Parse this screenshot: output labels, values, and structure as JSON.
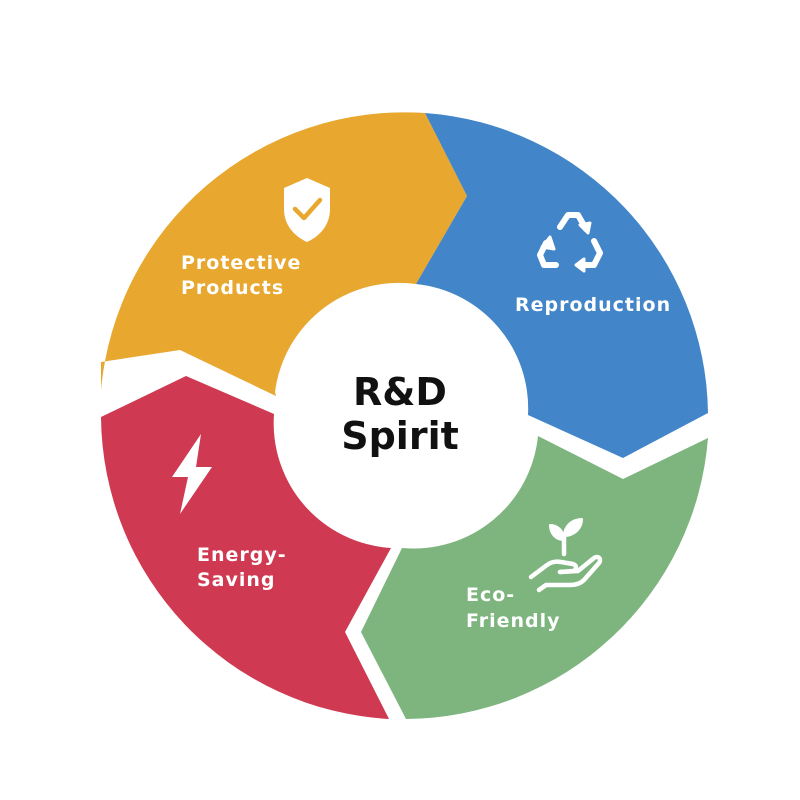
{
  "center": {
    "title_line1": "R&D",
    "title_line2": "Spirit"
  },
  "segments": [
    {
      "id": "protective",
      "label_line1": "Protective",
      "label_line2": "Products",
      "color": "#E8A72E",
      "icon": "shield-check-icon"
    },
    {
      "id": "reproduction",
      "label_line1": "Reproduction",
      "label_line2": "",
      "color": "#4285C8",
      "icon": "recycle-icon"
    },
    {
      "id": "eco",
      "label_line1": "Eco-",
      "label_line2": "Friendly",
      "color": "#7EB57F",
      "icon": "hand-sprout-icon"
    },
    {
      "id": "energy",
      "label_line1": "Energy-",
      "label_line2": "Saving",
      "color": "#CF3951",
      "icon": "lightning-bolt-icon"
    }
  ]
}
